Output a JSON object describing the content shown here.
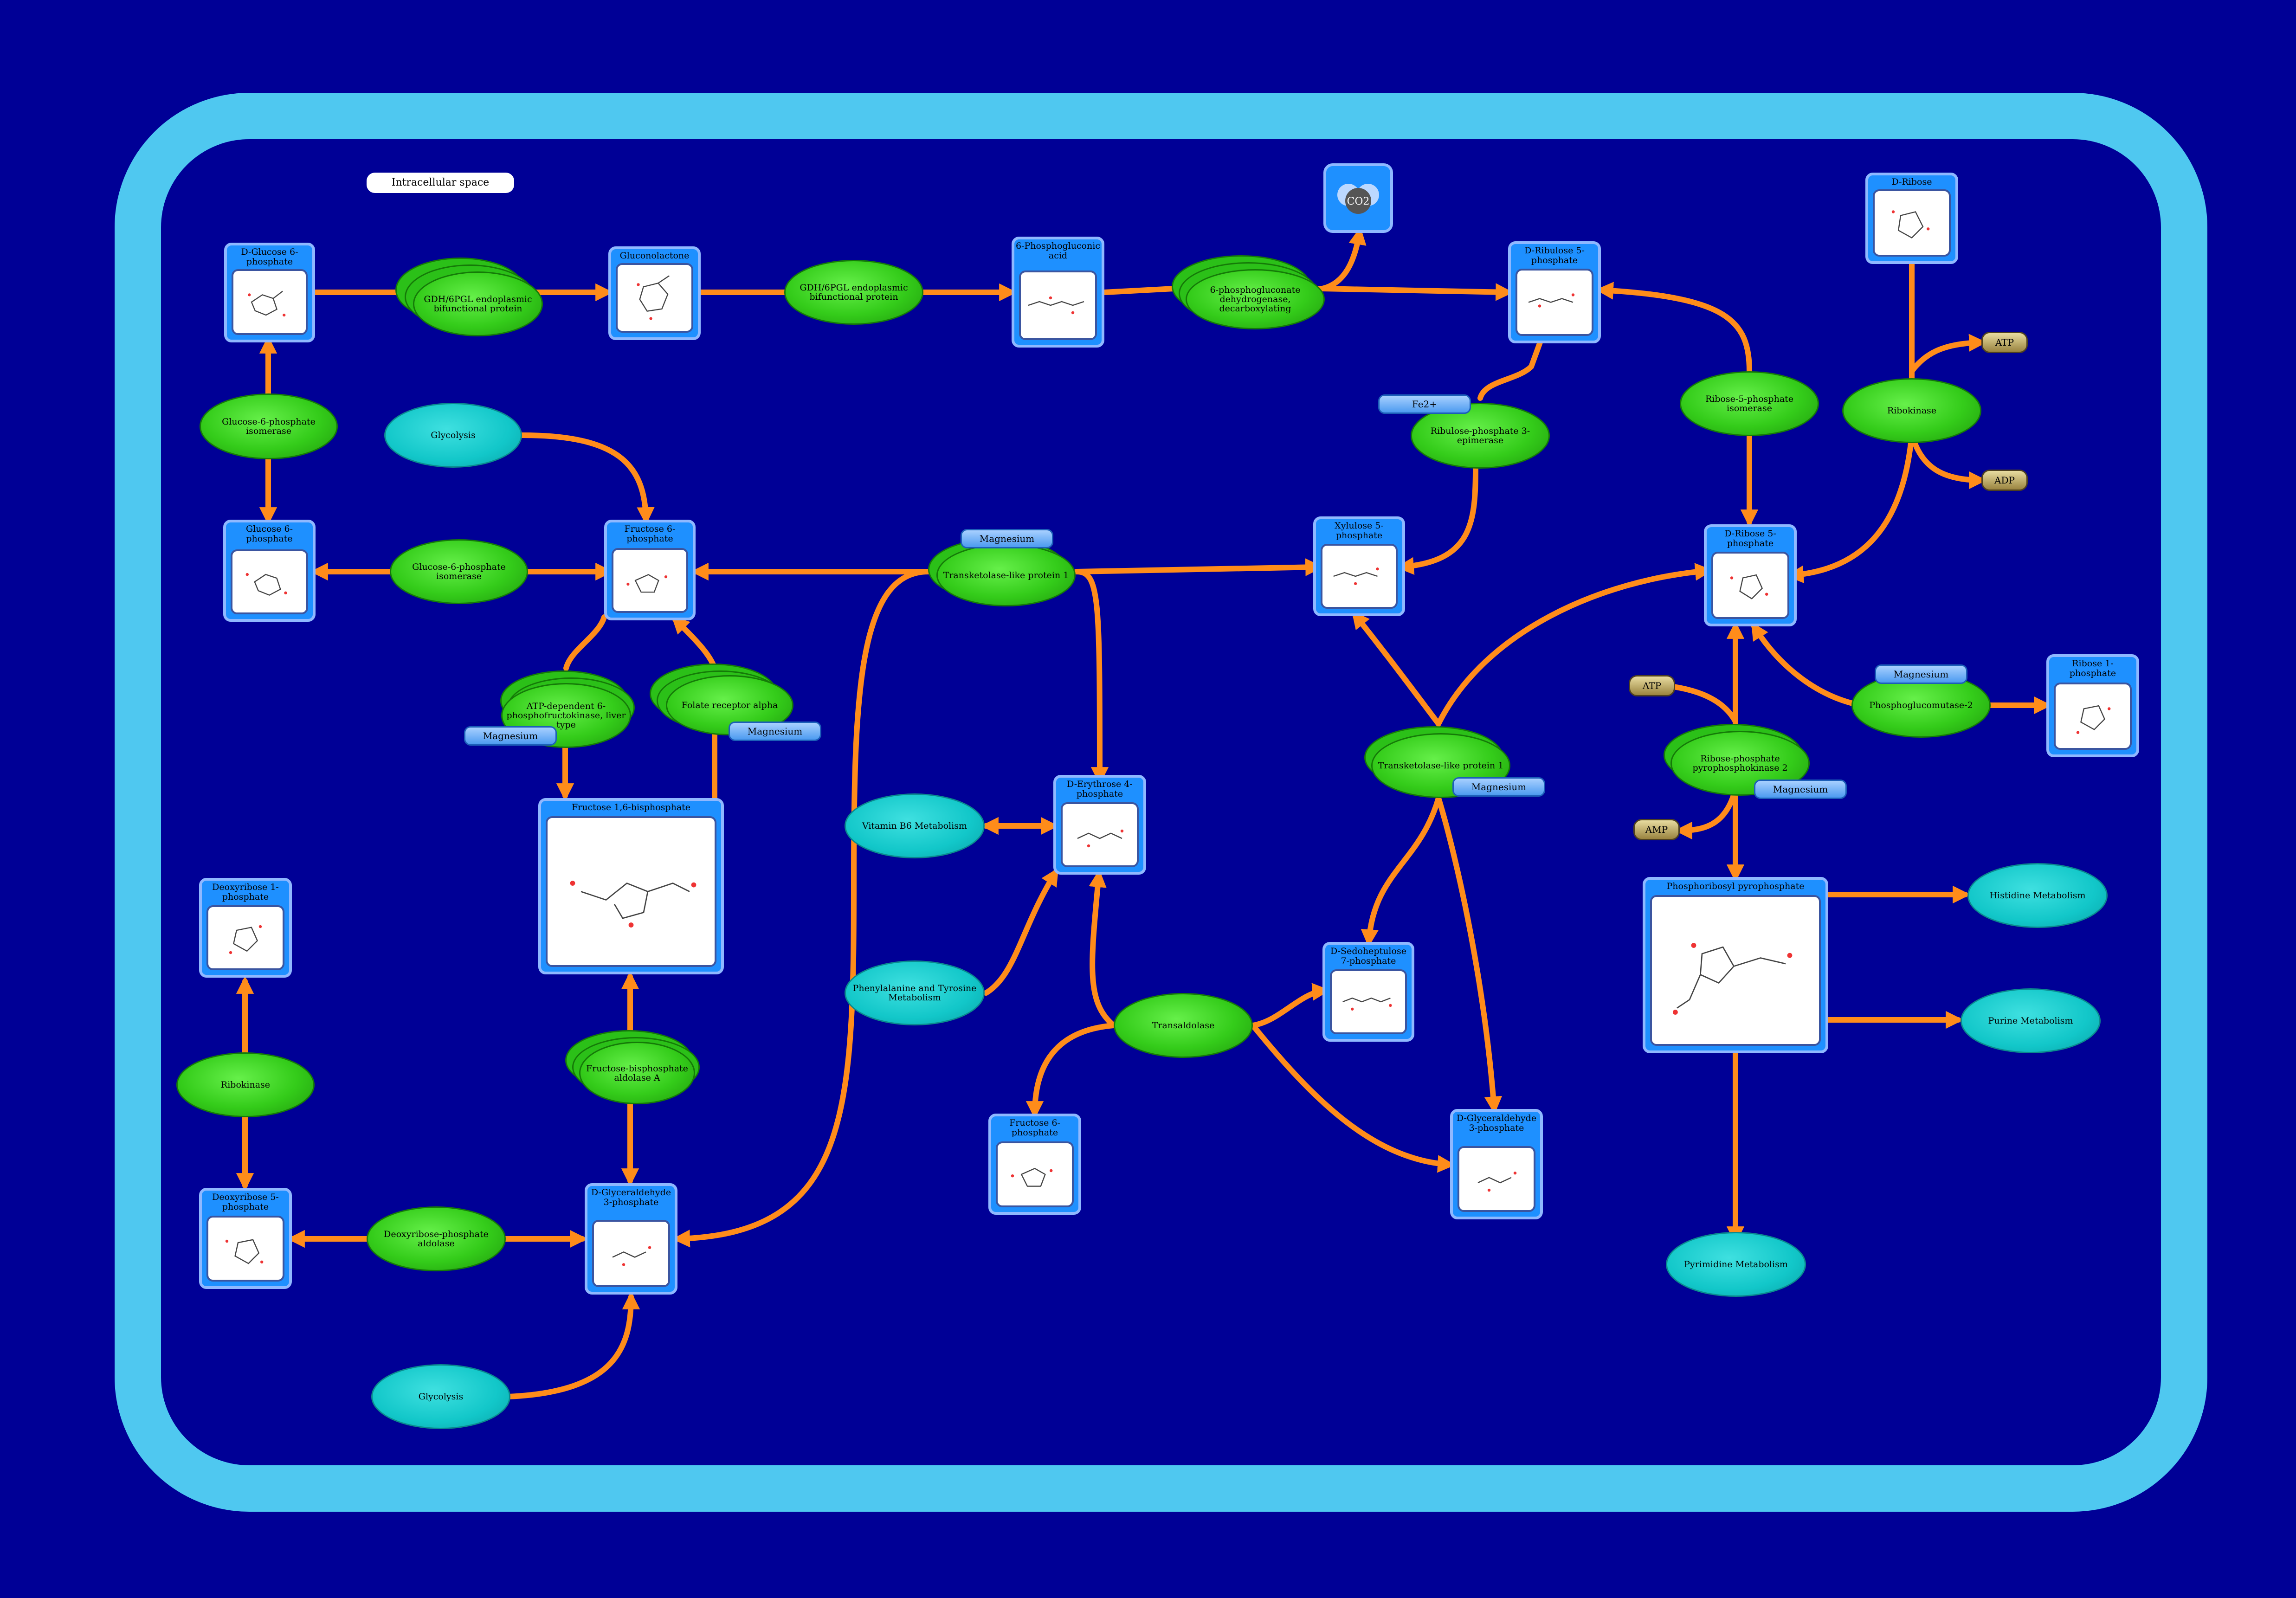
{
  "compartment": {
    "label": "Intracellular space"
  },
  "metabolites": {
    "d_glucose_6p": "D-Glucose 6-phosphate",
    "gluconolactone": "Gluconolactone",
    "phosphogluconic_acid": "6-Phosphogluconic acid",
    "d_ribulose_5p": "D-Ribulose 5-phosphate",
    "d_ribose": "D-Ribose",
    "glucose_6p": "Glucose 6-phosphate",
    "fructose_6p": "Fructose 6-phosphate",
    "xylulose_5p": "Xylulose 5-phosphate",
    "d_ribose_5p": "D-Ribose 5-phosphate",
    "ribose_1p": "Ribose 1-phosphate",
    "fructose_16bp": "Fructose 1,6-bisphosphate",
    "d_erythrose_4p": "D-Erythrose 4-phosphate",
    "deoxyribose_1p": "Deoxyribose 1-phosphate",
    "d_sedoheptulose_7p": "D-Sedoheptulose 7-phosphate",
    "prpp": "Phosphoribosyl pyrophosphate",
    "fructose_6p_2": "Fructose 6-phosphate",
    "d_glyceraldehyde_3p_right": "D-Glyceraldehyde 3-phosphate",
    "deoxyribose_5p": "Deoxyribose 5-phosphate",
    "d_glyceraldehyde_3p_left": "D-Glyceraldehyde 3-phosphate",
    "co2": "CO2"
  },
  "enzymes": {
    "gdh_6pgl_1": "GDH/6PGL endoplasmic bifunctional protein",
    "gdh_6pgl_2": "GDH/6PGL endoplasmic bifunctional protein",
    "pgd": "6-phosphogluconate dehydrogenase, decarboxylating",
    "gpi_top": "Glucose-6-phosphate isomerase",
    "gpi_mid": "Glucose-6-phosphate isomerase",
    "rpe": "Ribulose-phosphate 3-epimerase",
    "rpi": "Ribose-5-phosphate isomerase",
    "rbks_top": "Ribokinase",
    "tktl_top": "Transketolase-like protein 1",
    "pfk": "ATP-dependent 6-phosphofructokinase, liver type",
    "folr": "Folate receptor alpha",
    "tktl_right": "Transketolase-like protein 1",
    "prps": "Ribose-phosphate pyrophosphokinase 2",
    "pgm": "Phosphoglucomutase-2",
    "rbks_left": "Ribokinase",
    "aldoa": "Fructose-bisphosphate aldolase A",
    "taldo": "Transaldolase",
    "deoc": "Deoxyribose-phosphate aldolase"
  },
  "pathways": {
    "glycolysis_top": "Glycolysis",
    "vitamin_b6": "Vitamin B6 Metabolism",
    "phe_tyr": "Phenylalanine and Tyrosine Metabolism",
    "histidine": "Histidine Metabolism",
    "purine": "Purine Metabolism",
    "pyrimidine": "Pyrimidine Metabolism",
    "glycolysis_bottom": "Glycolysis"
  },
  "ions": {
    "fe2": "Fe2+",
    "mg_tktl_top": "Magnesium",
    "mg_pfk": "Magnesium",
    "mg_folr": "Magnesium",
    "mg_tktl_right": "Magnesium",
    "mg_prps": "Magnesium",
    "mg_pgm": "Magnesium"
  },
  "cofactors": {
    "atp_top": "ATP",
    "adp_top": "ADP",
    "atp_prps": "ATP",
    "amp_prps": "AMP"
  },
  "colors": {
    "background": "#000096",
    "membrane": "#4fc8f0",
    "arrow": "#ff8c1a",
    "metabolite_box": "#1e90ff",
    "enzyme": "#34cc1a",
    "pathway": "#12c7c9"
  }
}
